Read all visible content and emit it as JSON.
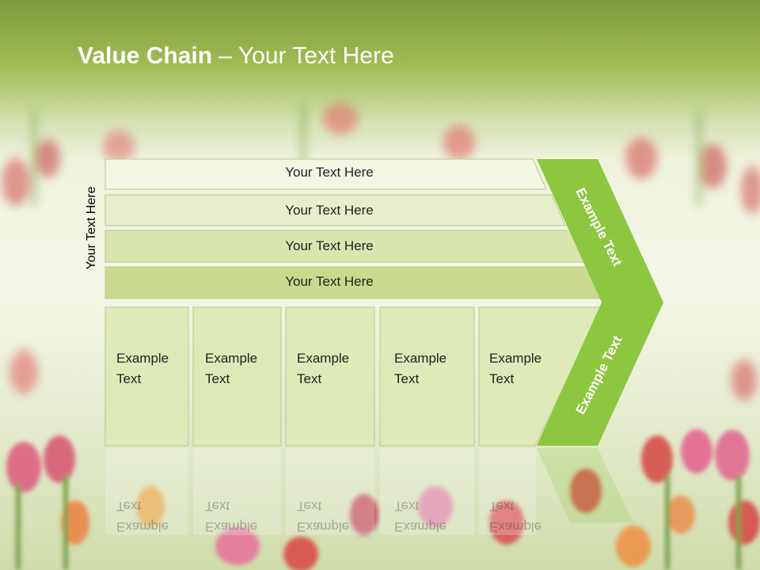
{
  "slide": {
    "title_bold": "Value Chain",
    "title_rest": " – Your Text Here",
    "vertical_label": "Your Text Here"
  },
  "bars": [
    {
      "label": "Your Text Here"
    },
    {
      "label": "Your Text Here"
    },
    {
      "label": "Your Text Here"
    },
    {
      "label": "Your Text Here"
    }
  ],
  "boxes": [
    {
      "line1": "Example",
      "line2": "Text"
    },
    {
      "line1": "Example",
      "line2": "Text"
    },
    {
      "line1": "Example",
      "line2": "Text"
    },
    {
      "line1": "Example",
      "line2": "Text"
    },
    {
      "line1": "Example",
      "line2": "Text"
    }
  ],
  "chevron": {
    "upper_label": "Example Text",
    "lower_label": "Example Text"
  },
  "colors": {
    "chevron_green": "#8dc63f",
    "bar_fill_1": "#f2f6e3",
    "bar_fill_2": "#e6eecb",
    "bar_fill_3": "#d9e6b0",
    "bar_fill_4": "#c9da8f",
    "box_fill": "#dfeab9"
  }
}
